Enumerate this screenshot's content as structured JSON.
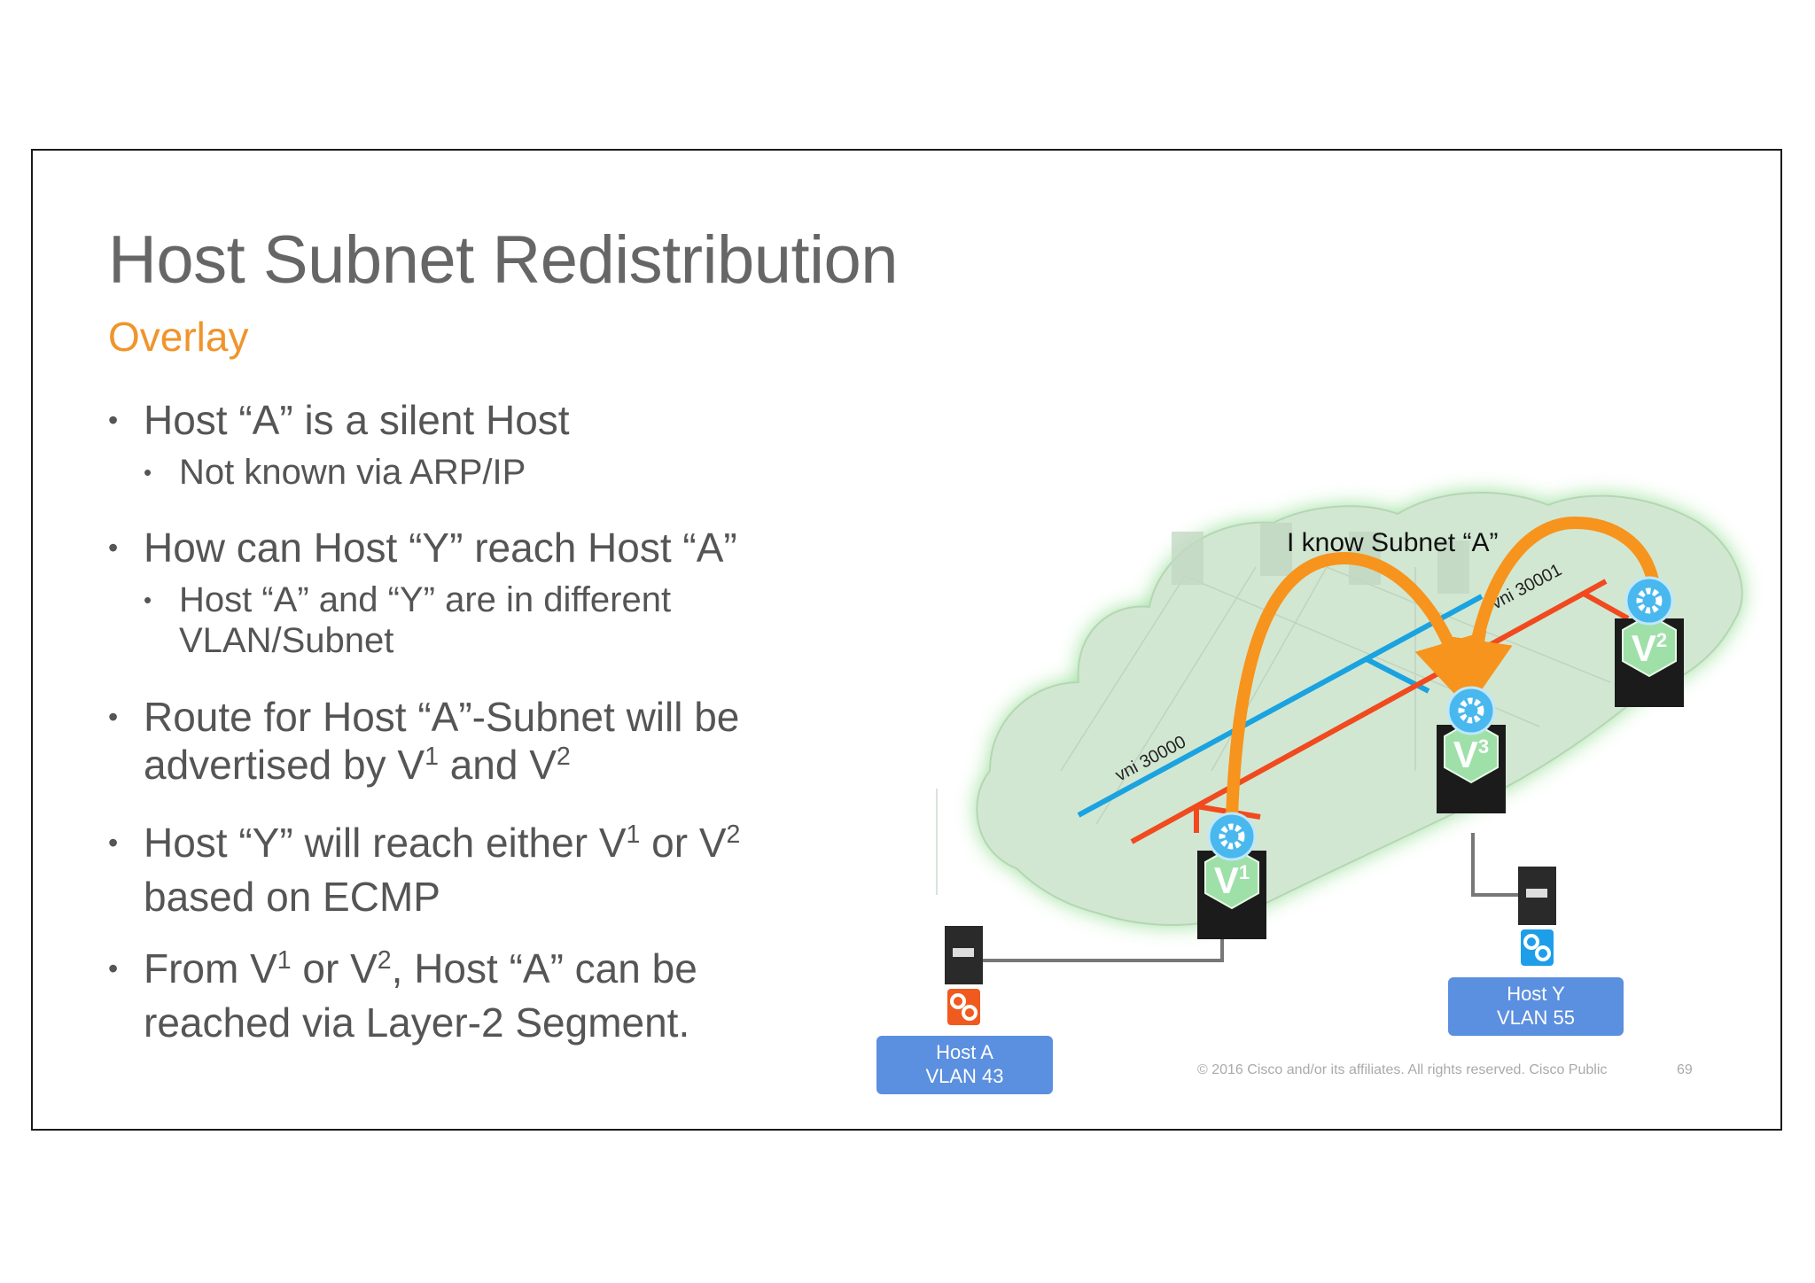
{
  "slide": {
    "title": "Host Subnet Redistribution",
    "subtitle": "Overlay",
    "bullets": {
      "b1": {
        "bullet": "•",
        "text": "Host “A” is a silent Host"
      },
      "b1a": {
        "bullet": "•",
        "text": "Not known via ARP/IP"
      },
      "b2": {
        "bullet": "•",
        "text": "How can Host “Y” reach Host “A”"
      },
      "b2a": {
        "bullet": "•",
        "line1": "Host “A” and “Y” are in different",
        "line2": "VLAN/Subnet"
      },
      "b3": {
        "bullet": "•",
        "line1": "Route for Host “A”-Subnet will be",
        "line2_pre": "advertised by V",
        "sup1": "1",
        "line2_mid": " and V",
        "sup2": "2"
      },
      "b4": {
        "bullet": "•",
        "line1_pre": "Host “Y” will reach either V",
        "sup1": "1",
        "line1_mid": " or V",
        "sup2": "2",
        "line2": "based on ECMP"
      },
      "b5": {
        "bullet": "•",
        "line1_pre": "From V",
        "sup1": "1",
        "line1_mid": " or V",
        "sup2": "2",
        "line1_post": ", Host “A” can be",
        "line2": "reached via Layer-2 Segment."
      }
    },
    "diagram": {
      "callout": "I know Subnet “A”",
      "vni_blue": "vni 30000",
      "vni_red": "vni 30001",
      "vtep_v1": {
        "letter": "V",
        "sup": "1"
      },
      "vtep_v2": {
        "letter": "V",
        "sup": "2"
      },
      "vtep_v3": {
        "letter": "V",
        "sup": "3"
      },
      "host_a": {
        "line1": "Host A",
        "line2": "VLAN 43"
      },
      "host_y": {
        "line1": "Host Y",
        "line2": "VLAN 55"
      }
    },
    "footer": "© 2016  Cisco and/or its affiliates. All rights reserved.   Cisco Public",
    "page_number": "69",
    "colors": {
      "title": "#666666",
      "subtitle": "#f0942b",
      "cloud_fill": "#cfe6cf",
      "cloud_glow": "#7bd67b",
      "vni_blue": "#1aa3e0",
      "vni_red": "#f04a1e",
      "arrow": "#f7941d",
      "vtep_hex": "#9fe0a8",
      "gear_blue": "#49b8ee",
      "host_box": "#5b8fdf",
      "host_a_app": "#f05a1e",
      "host_y_app": "#1e9ee8"
    }
  }
}
